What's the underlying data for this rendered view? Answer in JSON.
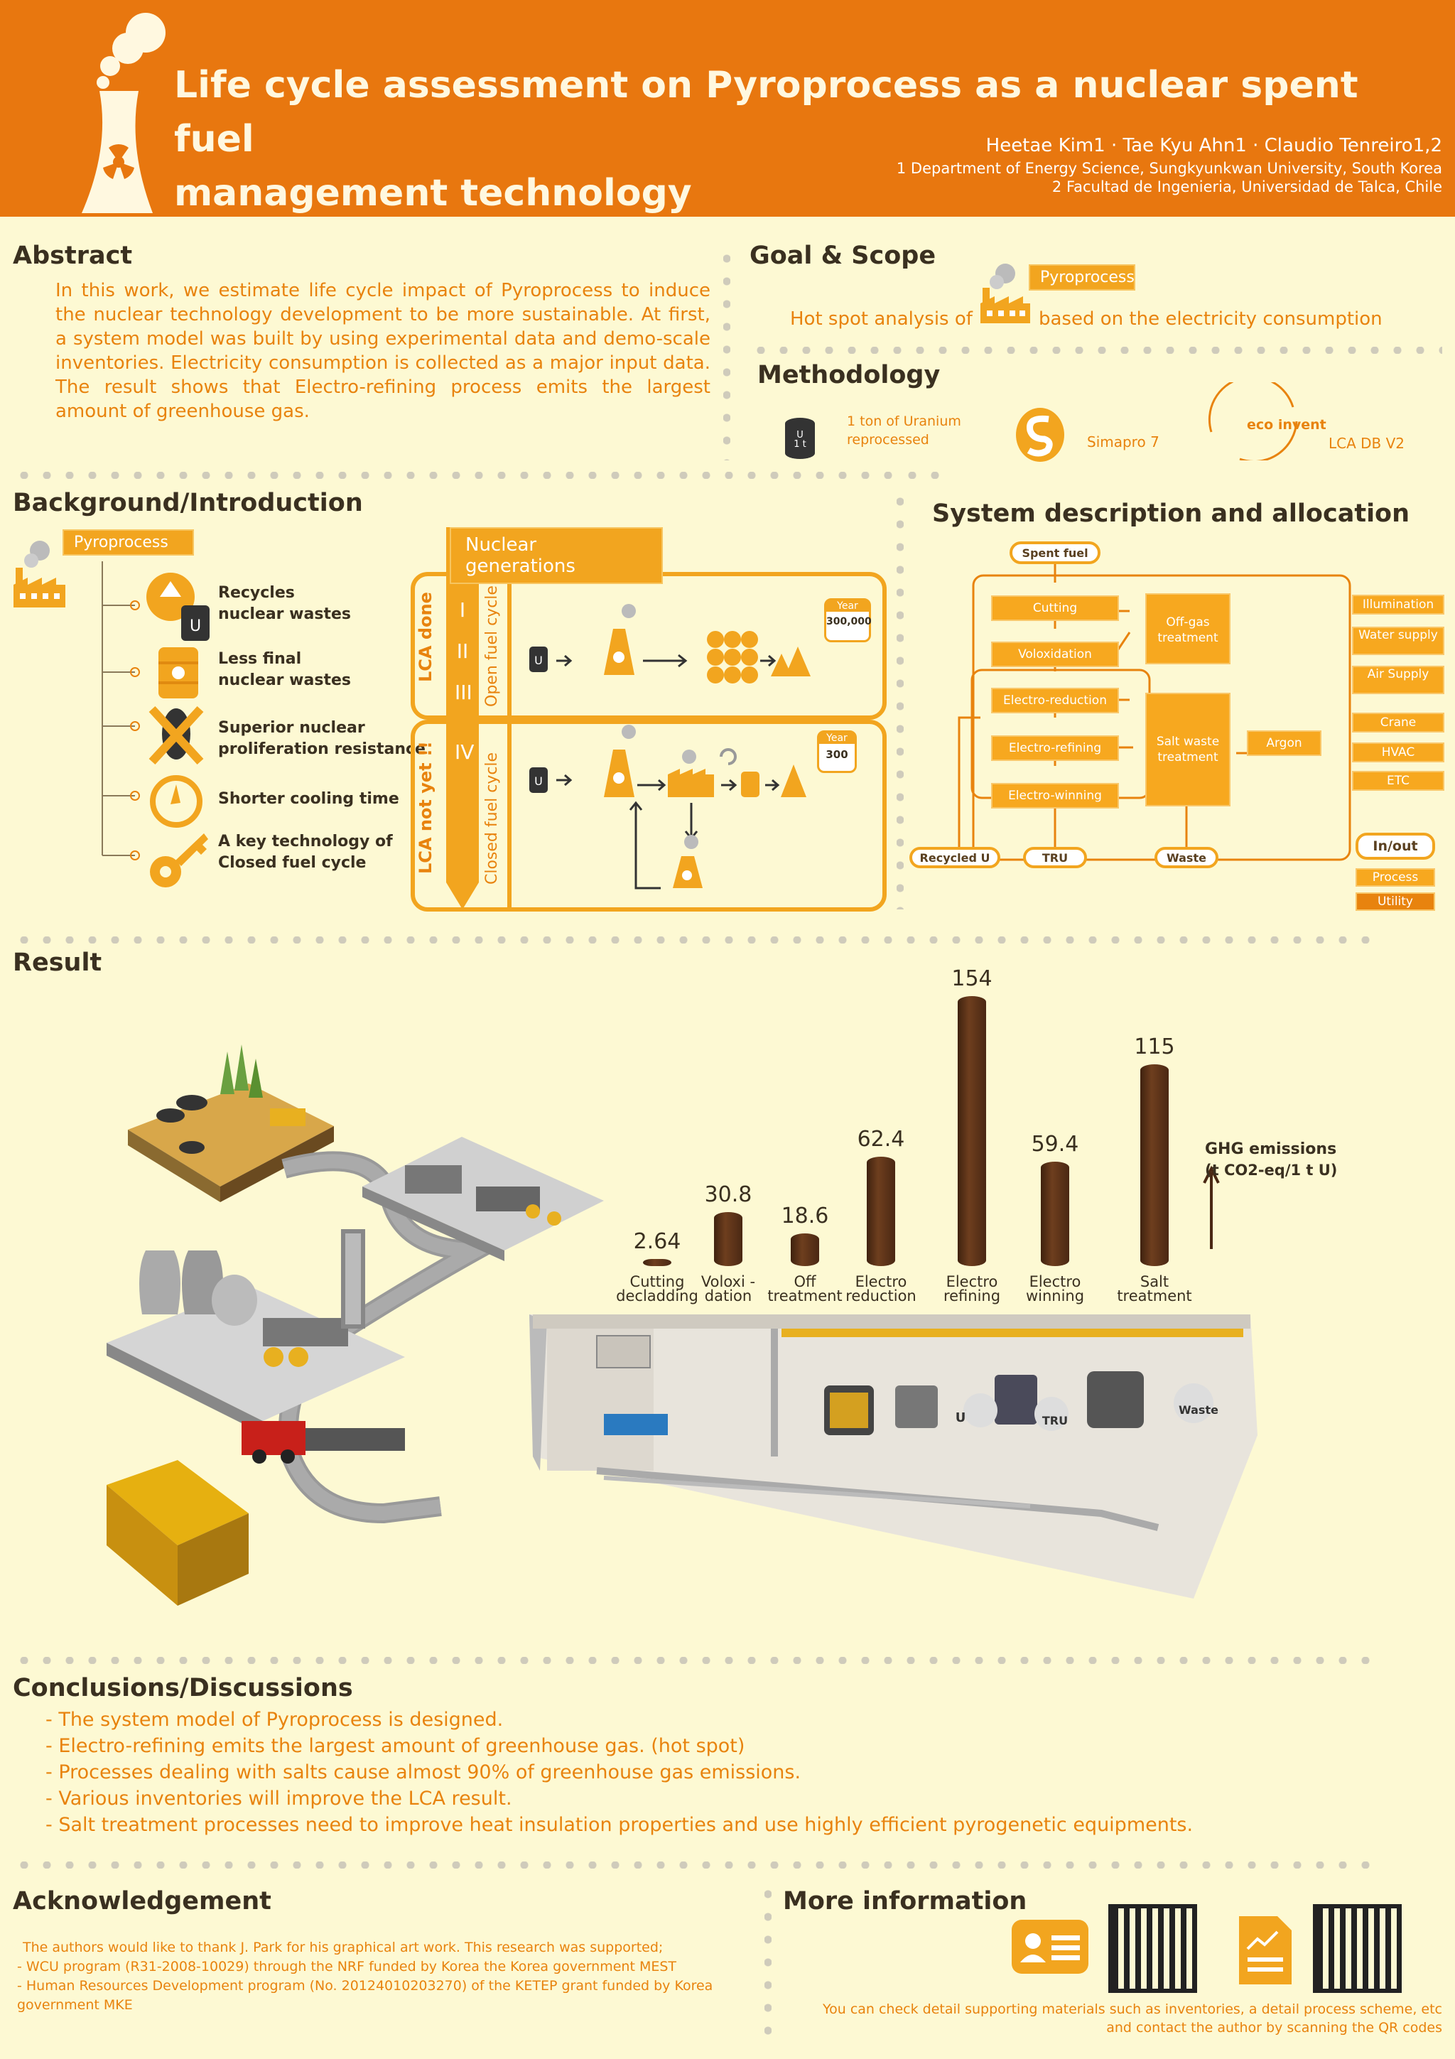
{
  "header": {
    "title_line1": "Life cycle assessment on Pyroprocess as a nuclear spent fuel",
    "title_line2": "management technology",
    "authors": "Heetae Kim1 · Tae Kyu Ahn1 · Claudio Tenreiro1,2",
    "affiliation1": "1 Department of Energy Science, Sungkyunkwan University, South Korea",
    "affiliation2": "2 Facultad de Ingenieria, Universidad de Talca, Chile"
  },
  "abstract": {
    "title": "Abstract",
    "text": "In this work, we estimate life cycle impact of Pyroprocess to induce the nuclear technology development to be more sustainable. At first, a system model was built by using experimental data and demo-scale inventories. Electricity consumption is collected as a major input data. The result shows that Electro-refining process emits the largest amount of greenhouse gas."
  },
  "goal_scope": {
    "title": "Goal & Scope",
    "tag": "Pyroprocess",
    "text_left": "Hot spot analysis of",
    "text_right": "based on the electricity consumption"
  },
  "methodology": {
    "title": "Methodology",
    "uranium_icon": "U\n1 t",
    "uranium_text": "1 ton of Uranium reprocessed",
    "software": "Simapro 7",
    "database_logo": "eco invent",
    "database": "LCA DB V2"
  },
  "background": {
    "title": "Background/Introduction",
    "tag": "Pyroprocess",
    "items": [
      {
        "icon": "recycle-icon",
        "text": "Recycles\nnuclear wastes"
      },
      {
        "icon": "barrel-icon",
        "text": "Less final\nnuclear wastes"
      },
      {
        "icon": "bomb-icon",
        "text": "Superior nuclear\nproliferation resistance"
      },
      {
        "icon": "clock-icon",
        "text": "Shorter cooling time"
      },
      {
        "icon": "key-icon",
        "text": "A key technology of\nClosed fuel cycle"
      }
    ],
    "generations_title": "Nuclear generations",
    "gen_labels": [
      "I",
      "II",
      "III",
      "IV"
    ],
    "lca_done": "LCA done",
    "lca_not_yet": "LCA not yet !!",
    "open_cycle": "Open fuel cycle",
    "closed_cycle": "Closed fuel cycle",
    "year_label": "Year",
    "open_years": "300,000",
    "closed_years": "300",
    "u_symbol": "U"
  },
  "system": {
    "title": "System description and allocation",
    "spent_fuel": "Spent fuel",
    "processes": [
      "Cutting",
      "Voloxidation",
      "Electro-reduction",
      "Electro-refining",
      "Electro-winning"
    ],
    "offgas": "Off-gas treatment",
    "salt_waste": "Salt waste treatment",
    "argon": "Argon",
    "outputs": [
      "Recycled U",
      "TRU",
      "Waste"
    ],
    "utilities": [
      "Illumination",
      "Water supply",
      "Air Supply",
      "Crane",
      "HVAC",
      "ETC"
    ],
    "legend": {
      "inout": "In/out",
      "process": "Process",
      "utility": "Utility"
    }
  },
  "result": {
    "title": "Result",
    "unit_label": "GHG emissions",
    "unit_sub": "(t CO2-eq/1 t U)",
    "factory_labels": [
      "U",
      "TRU",
      "Waste"
    ]
  },
  "chart_data": {
    "type": "bar",
    "categories": [
      "Cutting decladding",
      "Voloxi -dation",
      "Off treatment",
      "Electro reduction",
      "Electro refining",
      "Electro winning",
      "Salt treatment"
    ],
    "values": [
      2.64,
      30.8,
      18.6,
      62.4,
      154,
      59.4,
      115
    ],
    "ylabel": "GHG emissions (t CO2-eq/1 t U)"
  },
  "conclusions": {
    "title": "Conclusions/Discussions",
    "items": [
      "- The system model of Pyroprocess is designed.",
      "- Electro-refining emits the largest amount of greenhouse gas. (hot spot)",
      "- Processes dealing with salts cause almost 90% of greenhouse gas emissions.",
      "- Various inventories will improve the LCA result.",
      "- Salt treatment processes need to improve heat insulation properties and use highly efficient pyrogenetic equipments."
    ]
  },
  "acknowledgement": {
    "title": "Acknowledgement",
    "lines": [
      "The authors would like to thank J. Park for his graphical art work. This research was supported;",
      "- WCU program (R31-2008-10029) through the NRF funded by Korea the Korea government MEST",
      "- Human Resources Development program (No. 20124010203270) of the KETEP grant funded by Korea",
      "government MKE"
    ]
  },
  "more_info": {
    "title": "More information",
    "text1": "You can check detail supporting materials such as inventories, a detail process scheme, etc",
    "text2": "and contact the author by scanning the QR codes"
  },
  "colors": {
    "accent": "#e8770f",
    "bar": "#4a2813",
    "background": "#fdf9d3",
    "box": "#f7a81f"
  }
}
